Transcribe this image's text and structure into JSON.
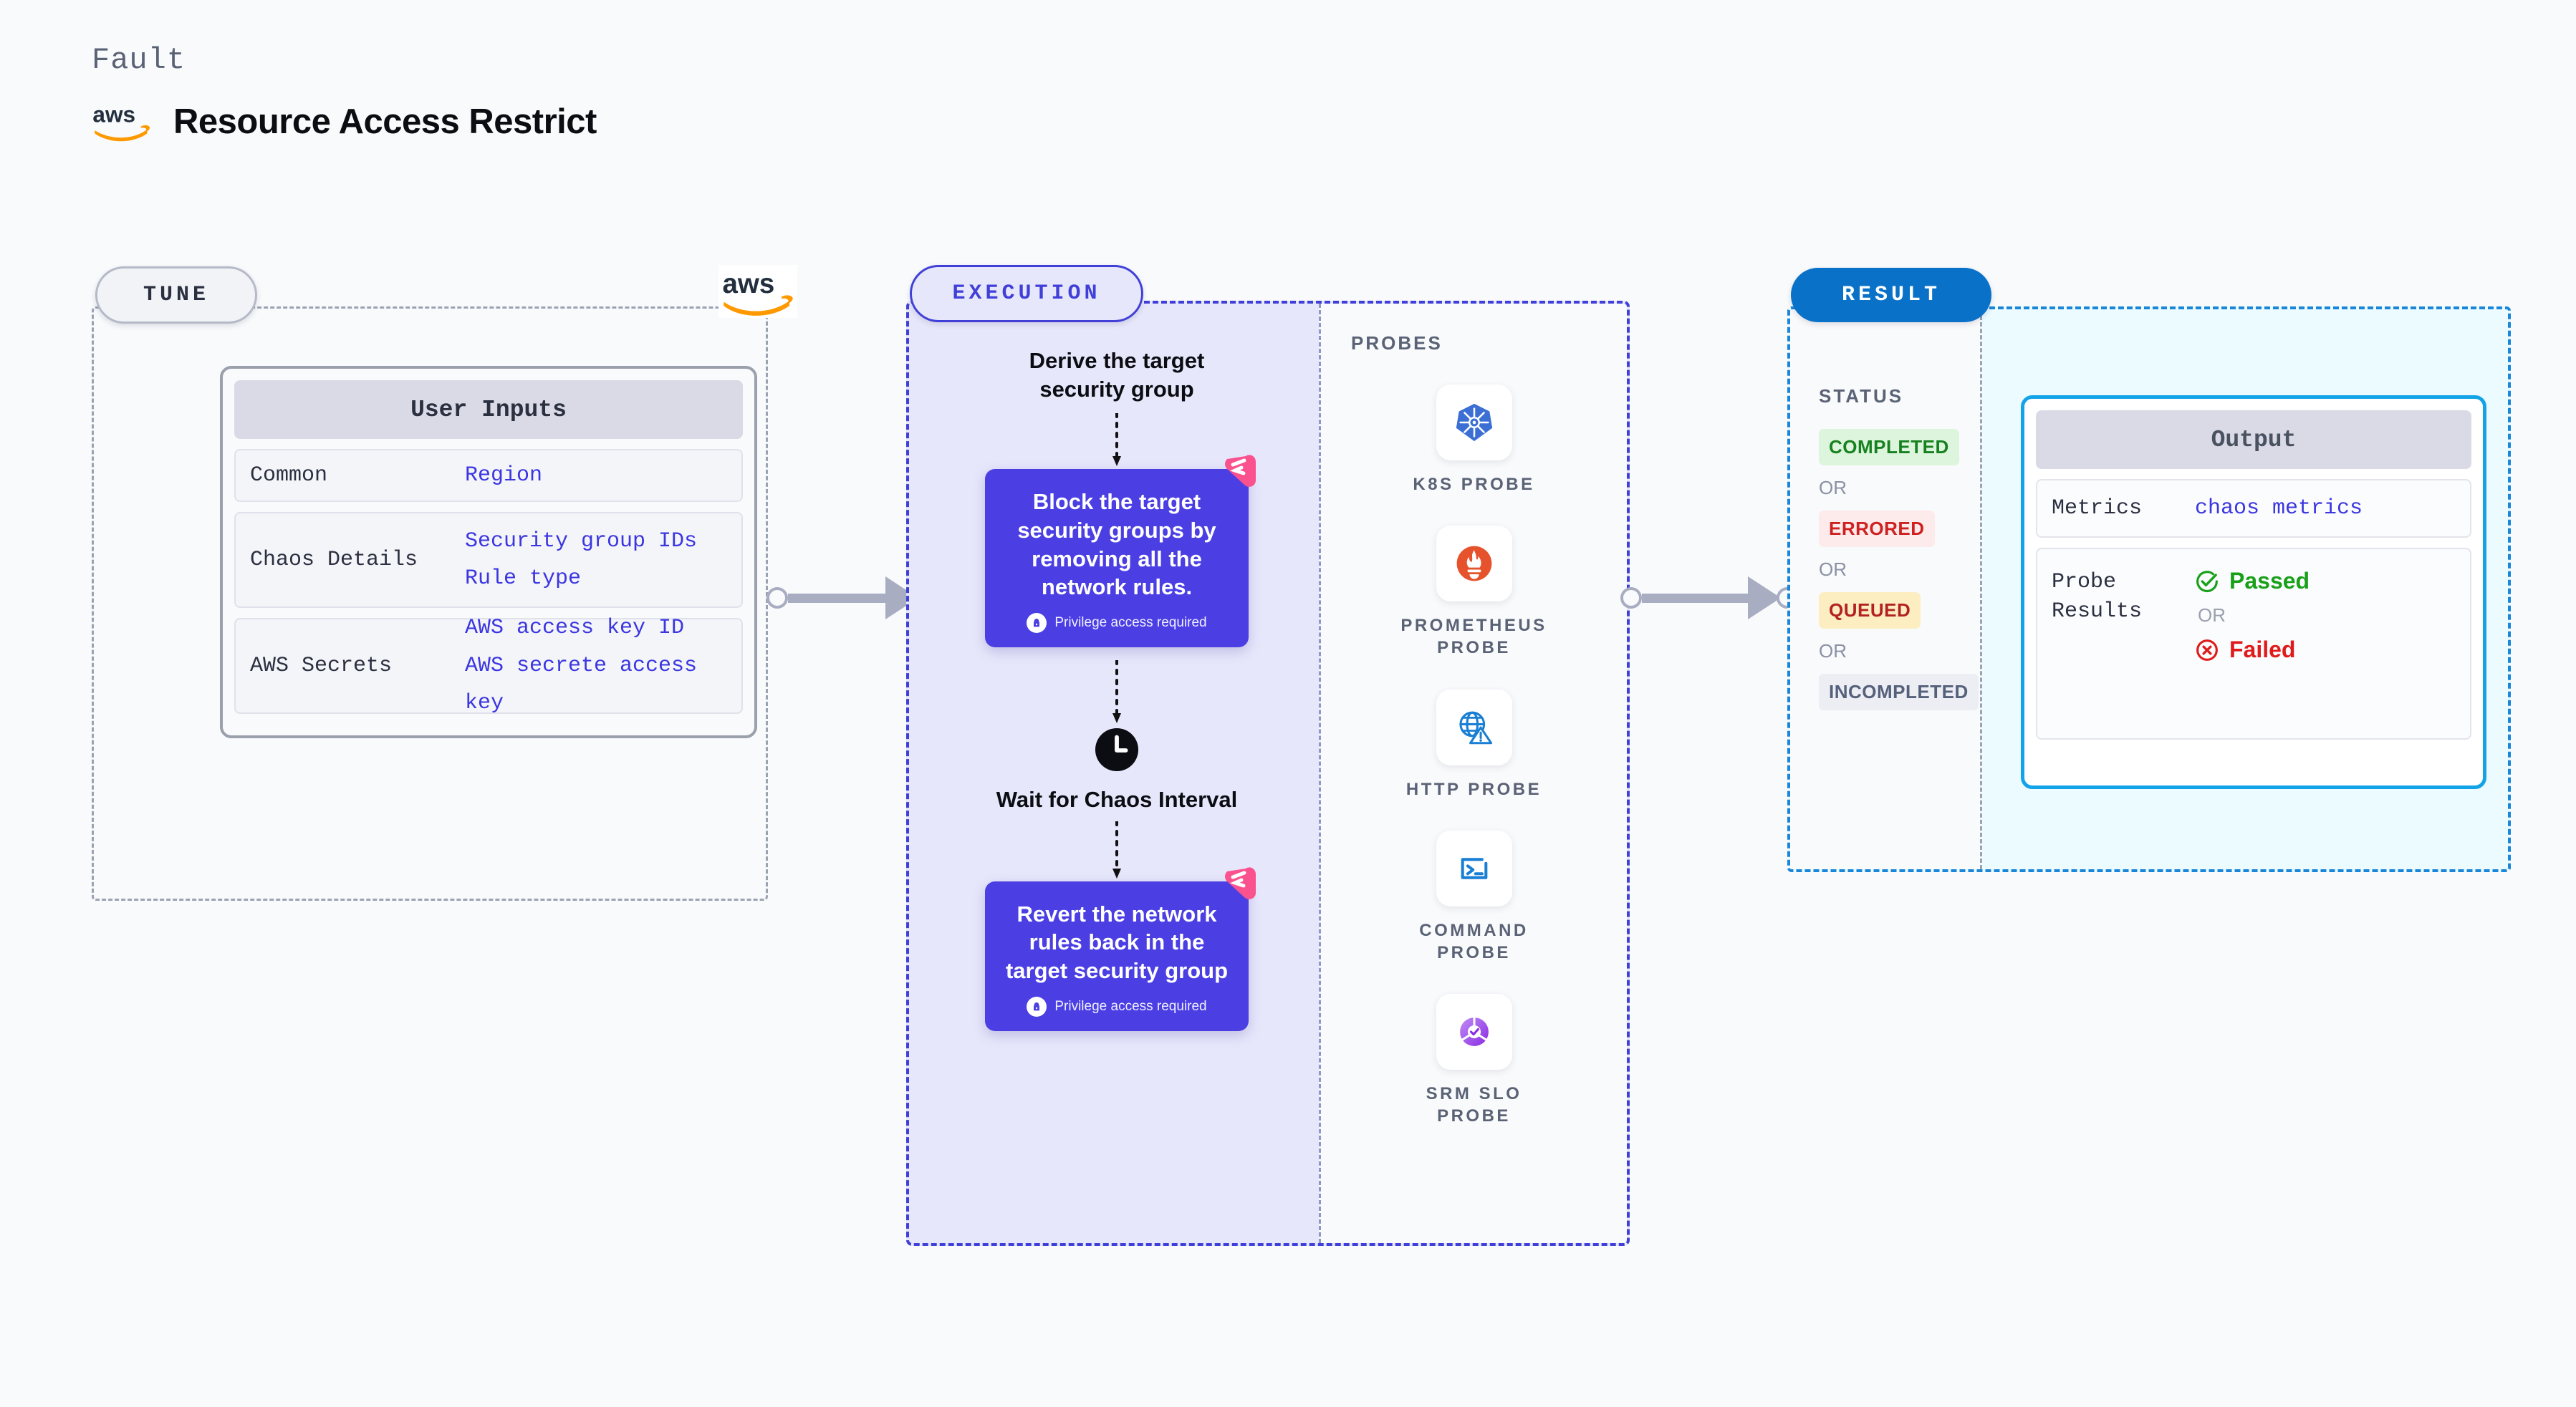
{
  "header": {
    "kicker": "Fault",
    "title": "Resource Access Restrict",
    "logo_icon": "aws-logo"
  },
  "tune": {
    "pill_label": "TUNE",
    "logo_icon": "aws-logo",
    "card_title": "User Inputs",
    "rows": [
      {
        "key": "Common",
        "values": [
          "Region"
        ]
      },
      {
        "key": "Chaos Details",
        "values": [
          "Security group IDs",
          "Rule type"
        ]
      },
      {
        "key": "AWS Secrets",
        "values": [
          "AWS access key ID",
          "AWS secrete access key"
        ]
      }
    ]
  },
  "execution": {
    "pill_label": "EXECUTION",
    "steps": [
      {
        "type": "text",
        "label": "Derive the target security group"
      },
      {
        "type": "action",
        "label": "Block the target security groups by removing all the network rules.",
        "privilege": "Privilege access required",
        "badge_icon": "chaos-triangle-icon",
        "lock_icon": "lock-icon"
      },
      {
        "type": "wait",
        "label": "Wait for Chaos Interval",
        "icon": "clock-icon"
      },
      {
        "type": "action",
        "label": "Revert the network rules back in the target security group",
        "privilege": "Privilege access required",
        "badge_icon": "chaos-triangle-icon",
        "lock_icon": "lock-icon"
      }
    ],
    "probes_label": "PROBES",
    "probes": [
      {
        "name": "K8S PROBE",
        "icon": "kubernetes-icon"
      },
      {
        "name": "PROMETHEUS PROBE",
        "icon": "prometheus-icon"
      },
      {
        "name": "HTTP PROBE",
        "icon": "http-globe-warning-icon"
      },
      {
        "name": "COMMAND PROBE",
        "icon": "terminal-icon"
      },
      {
        "name": "SRM SLO PROBE",
        "icon": "srm-slo-icon"
      }
    ]
  },
  "result": {
    "pill_label": "RESULT",
    "status_label": "STATUS",
    "or_label": "OR",
    "statuses": [
      {
        "label": "COMPLETED",
        "bg": "#ddf5dd",
        "color": "#17811f"
      },
      {
        "label": "ERRORED",
        "bg": "#fdeaea",
        "color": "#cf2020"
      },
      {
        "label": "QUEUED",
        "bg": "#fdeec2",
        "color": "#b32222"
      },
      {
        "label": "INCOMPLETED",
        "bg": "#eceef4",
        "color": "#55607a"
      }
    ],
    "output": {
      "title": "Output",
      "metrics_key": "Metrics",
      "metrics_value": "chaos metrics",
      "probe_key": "Probe Results",
      "passed_label": "Passed",
      "failed_label": "Failed",
      "or_label": "OR",
      "passed_icon": "check-circle-icon",
      "failed_icon": "x-circle-icon"
    }
  },
  "colors": {
    "page_bg": "#f8fafc",
    "tune_border": "#9aa3b2",
    "exec_border": "#4040d8",
    "exec_bg": "#e7e7fb",
    "result_border": "#1a86d8",
    "result_bg": "#ecfbff",
    "action_card": "#4b3fe4",
    "accent_blue": "#3b36e0",
    "connector": "#a9adc2"
  }
}
